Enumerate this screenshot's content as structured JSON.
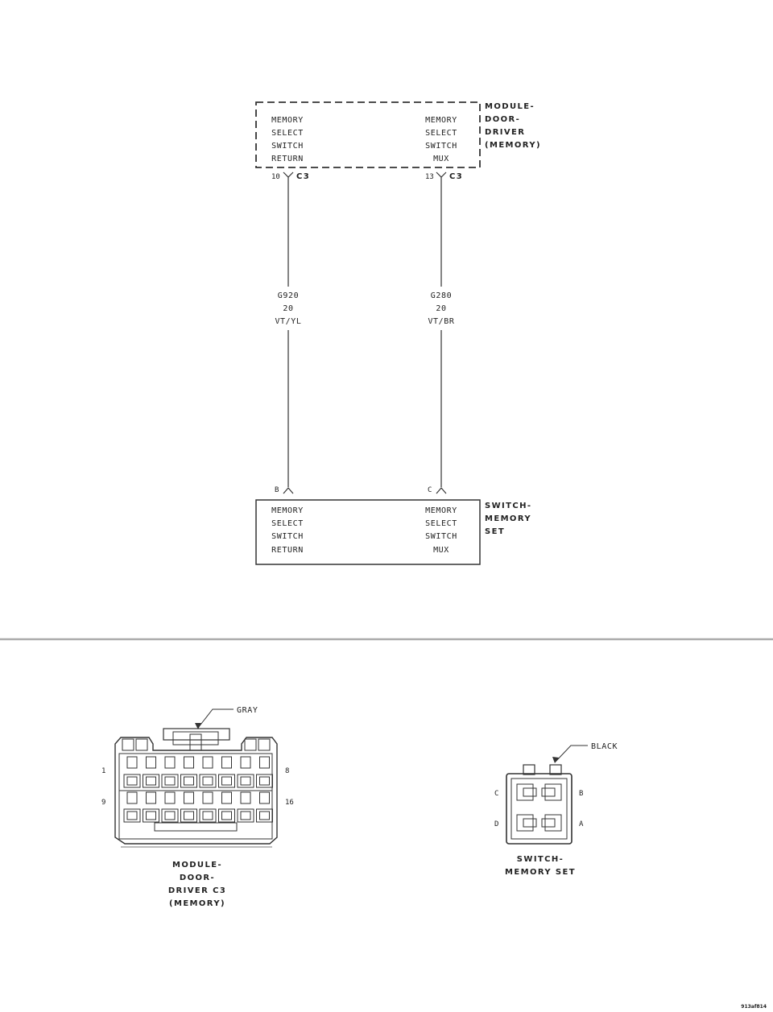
{
  "module": {
    "name_lines": [
      "MODULE-",
      "DOOR-",
      "DRIVER",
      "(MEMORY)"
    ],
    "left_func": [
      "MEMORY",
      "SELECT",
      "SWITCH",
      "RETURN"
    ],
    "right_func": [
      "MEMORY",
      "SELECT",
      "SWITCH",
      "MUX"
    ],
    "left_pin": "10",
    "right_pin": "13",
    "connector": "C3"
  },
  "wires": [
    {
      "circuit": "G920",
      "gauge": "20",
      "color": "VT/YL"
    },
    {
      "circuit": "G280",
      "gauge": "20",
      "color": "VT/BR"
    }
  ],
  "switch": {
    "name_lines": [
      "SWITCH-",
      "MEMORY",
      "SET"
    ],
    "left_pin": "B",
    "right_pin": "C",
    "left_func": [
      "MEMORY",
      "SELECT",
      "SWITCH",
      "RETURN"
    ],
    "right_func": [
      "MEMORY",
      "SELECT",
      "SWITCH",
      "MUX"
    ]
  },
  "connector_views": {
    "module_connector": {
      "color_label": "GRAY",
      "pins": [
        "1",
        "8",
        "9",
        "16"
      ],
      "caption_lines": [
        "MODULE-",
        "DOOR-",
        "DRIVER C3",
        "(MEMORY)"
      ]
    },
    "switch_connector": {
      "color_label": "BLACK",
      "pins": [
        "C",
        "B",
        "D",
        "A"
      ],
      "caption_lines": [
        "SWITCH-",
        "MEMORY SET"
      ]
    }
  },
  "figure_id": "913af814"
}
